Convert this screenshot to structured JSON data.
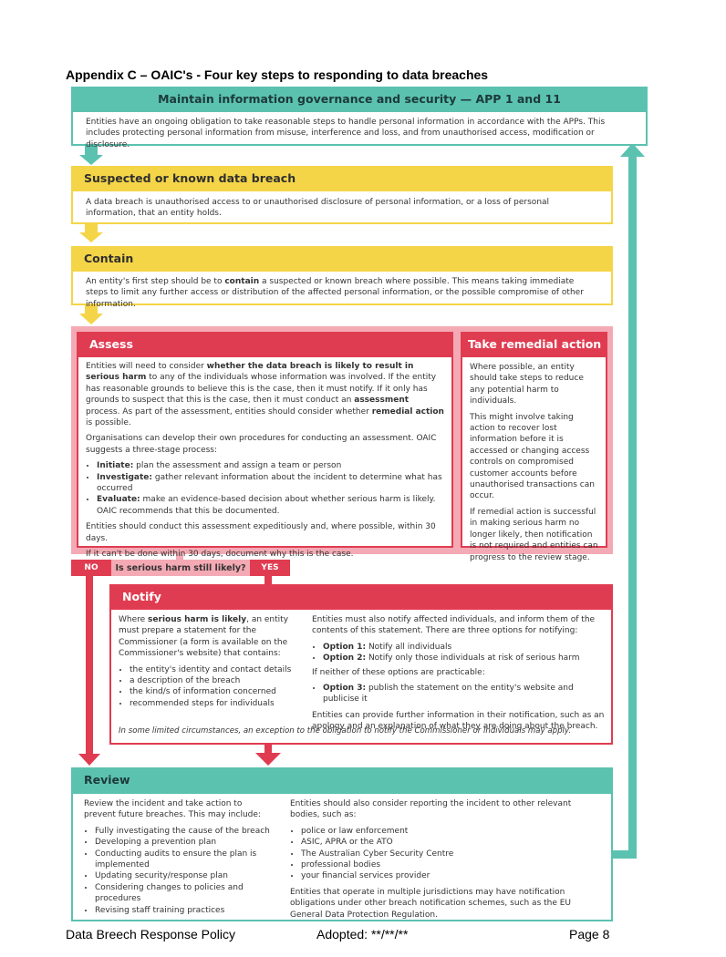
{
  "page_title": "Appendix C – OAIC's - Four key steps to responding to data breaches",
  "governance": {
    "title": "Maintain information governance and security — APP 1 and 11",
    "text": "Entities have an ongoing obligation to take reasonable steps to handle personal information in accordance with the APPs. This includes protecting personal information from misuse, interference and loss, and from unauthorised access, modification or disclosure."
  },
  "suspected": {
    "title": "Suspected or known data breach",
    "text": "A data breach is unauthorised access to or unauthorised disclosure of personal information, or a loss of personal information, that an entity holds."
  },
  "contain": {
    "title": "Contain",
    "text_pre": "An entity's first step should be to ",
    "text_bold": "contain",
    "text_post": " a suspected or known breach where possible. This means taking immediate steps to limit any further access or distribution of the affected personal information, or the possible compromise of other information."
  },
  "assess": {
    "title": "Assess",
    "p1_a": "Entities will need to consider ",
    "p1_b": "whether the data breach is likely to result in serious harm",
    "p1_c": " to any of the individuals whose information was involved. If the entity has reasonable grounds to believe this is the case, then it must notify. If it only has grounds to suspect that this is the case, then it must conduct an ",
    "p1_d": "assessment",
    "p1_e": " process. As part of the assessment, entities should consider whether ",
    "p1_f": "remedial action",
    "p1_g": " is possible.",
    "p2": "Organisations can develop their own procedures for conducting an assessment. OAIC suggests a three-stage process:",
    "items": [
      {
        "bold": "Initiate:",
        "text": " plan the assessment and assign a team or person"
      },
      {
        "bold": "Investigate:",
        "text": " gather relevant information about the incident to determine what has occurred"
      },
      {
        "bold": "Evaluate:",
        "text": " make an evidence-based decision about whether serious harm is likely. OAIC recommends that this be documented."
      }
    ],
    "p3": "Entities should conduct this assessment expeditiously and, where possible, within 30 days.",
    "p4": "If it can't be done within 30 days, document why this is the case."
  },
  "remedial": {
    "title": "Take remedial action",
    "p1": "Where possible, an entity should take steps to reduce any potential harm to individuals.",
    "p2": "This might involve taking action to recover lost information before it is accessed or changing access controls on compromised customer accounts before unauthorised transactions can occur.",
    "p3": "If remedial action is successful in making serious harm no longer likely, then notification is not required and entities can progress to the review stage."
  },
  "decision": {
    "no": "NO",
    "question": "Is serious harm still likely?",
    "yes": "YES"
  },
  "notify": {
    "title": "Notify",
    "left_a": "Where ",
    "left_b": "serious harm is likely",
    "left_c": ", an entity must prepare a statement for the Commissioner (a form is available on the Commissioner's website) that contains:",
    "left_items": [
      "the entity's identity and contact details",
      "a description of the breach",
      "the kind/s of information concerned",
      "recommended steps for individuals"
    ],
    "right_p1": "Entities must also notify affected individuals, and inform them of the contents of this statement. There are three options for notifying:",
    "options": [
      {
        "bold": "Option 1:",
        "text": " Notify all individuals"
      },
      {
        "bold": "Option 2:",
        "text": " Notify only those individuals at risk of serious harm"
      }
    ],
    "right_p2": "If neither of these options are practicable:",
    "option3": {
      "bold": "Option 3:",
      "text": " publish the statement on the entity's website and publicise it"
    },
    "right_p3": "Entities can provide further information in their notification, such as an apology and an explanation of what they are doing about the breach.",
    "footnote": "In some limited circumstances, an exception to the obligation to notify the Commissioner or individuals may apply."
  },
  "review": {
    "title": "Review",
    "left_p": "Review the incident and take action to prevent future breaches. This may include:",
    "left_items": [
      "Fully investigating the cause of the breach",
      "Developing a prevention plan",
      "Conducting audits to ensure the plan is implemented",
      "Updating security/response plan",
      "Considering changes to policies and procedures",
      "Revising staff training practices"
    ],
    "right_p1": "Entities should also consider reporting the incident to other relevant bodies, such as:",
    "right_items": [
      "police or law enforcement",
      "ASIC, APRA or the ATO",
      "The Australian Cyber Security Centre",
      "professional bodies",
      "your financial services provider"
    ],
    "right_p2": "Entities that operate in multiple jurisdictions may have notification obligations under other breach notification schemes, such as the EU General Data Protection Regulation."
  },
  "footer": {
    "left": "Data Breech Response Policy",
    "center": "Adopted: **/**/**",
    "right": "Page 8"
  },
  "colors": {
    "teal": "#5bc2b0",
    "yellow": "#f5d548",
    "red": "#e03c51",
    "pink": "#f4aab4"
  }
}
